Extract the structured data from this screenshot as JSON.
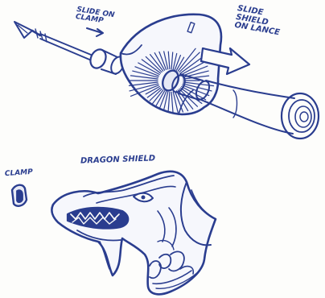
{
  "labels": {
    "slide_on_clamp": "SLIDE ON\nCLAMP",
    "slide_shield_on_lance": "SLIDE\nSHIELD\nON LANCE",
    "dragon_shield": "DRAGON SHIELD",
    "clamp": "CLAMP"
  },
  "colors": {
    "ink": "#2a3d8f",
    "paper": "#fdfdfb"
  }
}
